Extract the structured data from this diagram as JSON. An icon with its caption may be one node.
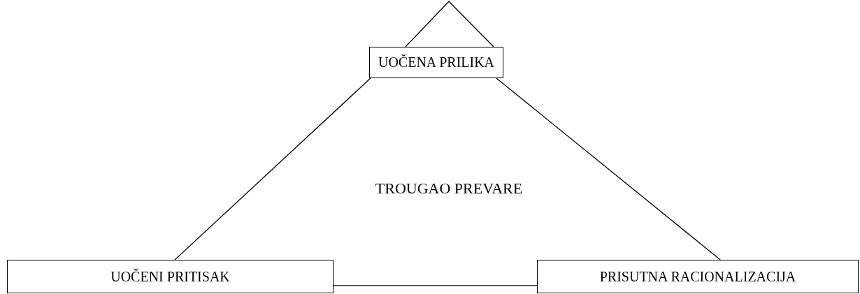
{
  "diagram": {
    "nodes": [
      {
        "text": [
          "UOČENA PRILIKA"
        ]
      },
      {
        "text": [
          "UOČENI PRITISAK"
        ]
      },
      {
        "text": [
          "PRISUTNA RACIONALIZACIJA"
        ]
      }
    ],
    "edges": [
      {
        "from": 0,
        "to": 1,
        "arrow": "none"
      },
      {
        "from": 0,
        "to": 2,
        "arrow": "none"
      },
      {
        "from": 1,
        "to": 2,
        "arrow": "none"
      }
    ],
    "labels": [
      "TROUGAO PREVARE"
    ]
  }
}
